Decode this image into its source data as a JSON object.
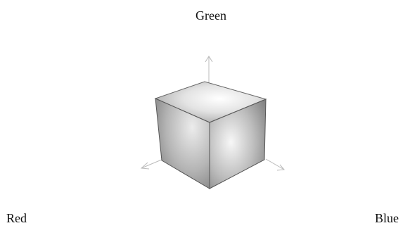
{
  "axes": {
    "green": "Green",
    "red": "Red",
    "blue": "Blue"
  },
  "colors": {
    "axis_line": "#bbbbbb",
    "cube_edge": "#555555",
    "background": "#ffffff"
  }
}
